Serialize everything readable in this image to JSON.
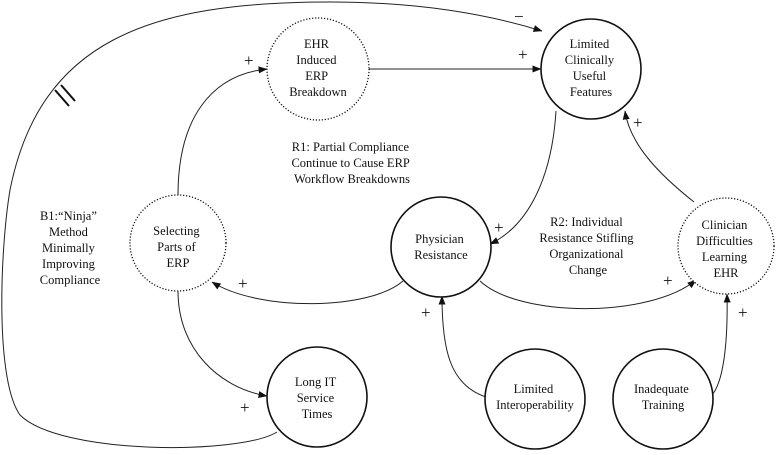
{
  "nodes": {
    "ehr_breakdown": {
      "lines": [
        "EHR",
        "Induced",
        "ERP",
        "Breakdown"
      ],
      "style": "dotted"
    },
    "limited_features": {
      "lines": [
        "Limited",
        "Clinically",
        "Useful",
        "Features"
      ],
      "style": "solid"
    },
    "selecting_parts": {
      "lines": [
        "Selecting",
        "Parts of",
        "ERP"
      ],
      "style": "dotted"
    },
    "physician_resistance": {
      "lines": [
        "Physician",
        "Resistance"
      ],
      "style": "solid"
    },
    "clinician_difficulties": {
      "lines": [
        "Clinician",
        "Difficulties",
        "Learning",
        "EHR"
      ],
      "style": "dotted"
    },
    "long_it": {
      "lines": [
        "Long IT",
        "Service",
        "Times"
      ],
      "style": "solid"
    },
    "limited_interop": {
      "lines": [
        "Limited",
        "Interoperability"
      ],
      "style": "solid"
    },
    "inadequate_training": {
      "lines": [
        "Inadequate",
        "Training"
      ],
      "style": "solid"
    }
  },
  "loops": {
    "r1": {
      "lines": [
        "R1: Partial Compliance",
        "Continue to Cause ERP",
        "Workflow Breakdowns"
      ]
    },
    "r2": {
      "lines": [
        "R2: Individual",
        "Resistance Stifling",
        "Organizational",
        "Change"
      ]
    },
    "b1": {
      "lines": [
        "B1:“Ninja”",
        "Method",
        "Minimally",
        "Improving",
        "Compliance"
      ]
    }
  },
  "links": [
    {
      "id": "long_it_to_limited_features",
      "from": "long_it",
      "to": "limited_features",
      "polarity": "−",
      "delay": true
    },
    {
      "id": "selecting_to_ehr_breakdown",
      "from": "selecting_parts",
      "to": "ehr_breakdown",
      "polarity": "+"
    },
    {
      "id": "ehr_breakdown_to_limited_features",
      "from": "ehr_breakdown",
      "to": "limited_features",
      "polarity": "+"
    },
    {
      "id": "limited_features_to_physician",
      "from": "limited_features",
      "to": "physician_resistance",
      "polarity": "+"
    },
    {
      "id": "clinician_to_limited_features",
      "from": "clinician_difficulties",
      "to": "limited_features",
      "polarity": "+"
    },
    {
      "id": "physician_to_selecting",
      "from": "physician_resistance",
      "to": "selecting_parts",
      "polarity": "+"
    },
    {
      "id": "physician_to_clinician",
      "from": "physician_resistance",
      "to": "clinician_difficulties",
      "polarity": "+"
    },
    {
      "id": "selecting_to_long_it",
      "from": "selecting_parts",
      "to": "long_it",
      "polarity": "+"
    },
    {
      "id": "interop_to_physician",
      "from": "limited_interop",
      "to": "physician_resistance",
      "polarity": "+"
    },
    {
      "id": "training_to_clinician",
      "from": "inadequate_training",
      "to": "clinician_difficulties",
      "polarity": "+"
    }
  ]
}
